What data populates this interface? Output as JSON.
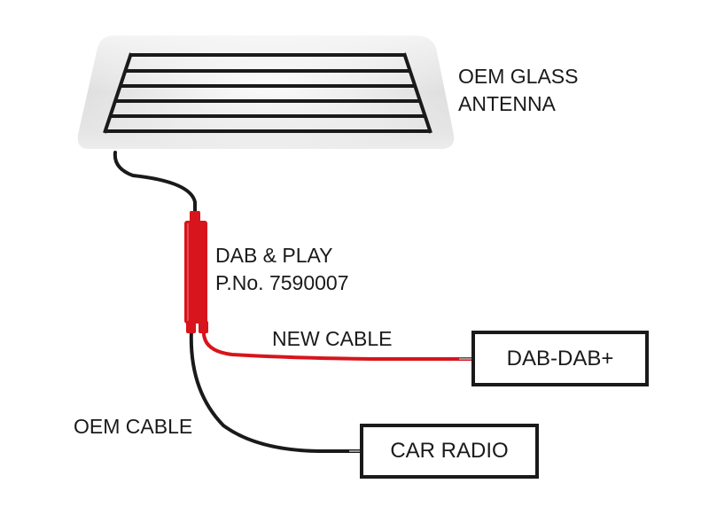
{
  "labels": {
    "antenna_line1": "OEM GLASS",
    "antenna_line2": "ANTENNA",
    "splitter_line1": "DAB & PLAY",
    "splitter_line2": "P.No. 7590007",
    "new_cable": "NEW CABLE",
    "oem_cable": "OEM CABLE"
  },
  "devices": {
    "dab_receiver": "DAB-DAB+",
    "car_radio": "CAR RADIO"
  },
  "colors": {
    "cable_black": "#1a1a1a",
    "cable_red": "#d8141c",
    "splitter_red": "#d8141c"
  }
}
